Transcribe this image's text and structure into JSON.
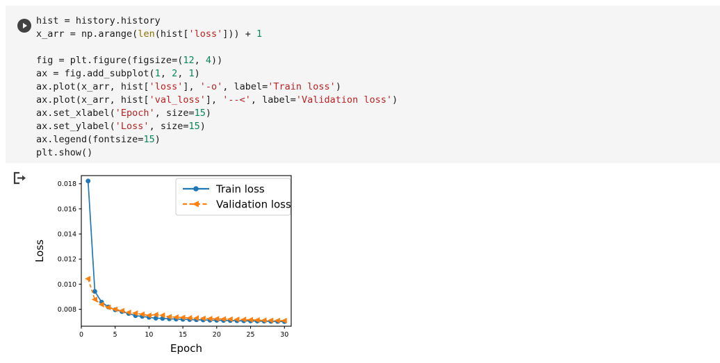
{
  "cell": {
    "run_icon": "play-icon",
    "output_icon": "output-arrow-icon",
    "code_lines": [
      [
        {
          "t": "plain",
          "s": "hist = history.history"
        }
      ],
      [
        {
          "t": "plain",
          "s": "x_arr = np.arange("
        },
        {
          "t": "builtin",
          "s": "len"
        },
        {
          "t": "plain",
          "s": "(hist["
        },
        {
          "t": "str",
          "s": "'loss'"
        },
        {
          "t": "plain",
          "s": "])) + "
        },
        {
          "t": "num",
          "s": "1"
        }
      ],
      [
        {
          "t": "plain",
          "s": ""
        }
      ],
      [
        {
          "t": "plain",
          "s": "fig = plt.figure(figsize=("
        },
        {
          "t": "num",
          "s": "12"
        },
        {
          "t": "plain",
          "s": ", "
        },
        {
          "t": "num",
          "s": "4"
        },
        {
          "t": "plain",
          "s": "))"
        }
      ],
      [
        {
          "t": "plain",
          "s": "ax = fig.add_subplot("
        },
        {
          "t": "num",
          "s": "1"
        },
        {
          "t": "plain",
          "s": ", "
        },
        {
          "t": "num",
          "s": "2"
        },
        {
          "t": "plain",
          "s": ", "
        },
        {
          "t": "num",
          "s": "1"
        },
        {
          "t": "plain",
          "s": ")"
        }
      ],
      [
        {
          "t": "plain",
          "s": "ax.plot(x_arr, hist["
        },
        {
          "t": "str",
          "s": "'loss'"
        },
        {
          "t": "plain",
          "s": "], "
        },
        {
          "t": "str",
          "s": "'-o'"
        },
        {
          "t": "plain",
          "s": ", label="
        },
        {
          "t": "str",
          "s": "'Train loss'"
        },
        {
          "t": "plain",
          "s": ")"
        }
      ],
      [
        {
          "t": "plain",
          "s": "ax.plot(x_arr, hist["
        },
        {
          "t": "str",
          "s": "'val_loss'"
        },
        {
          "t": "plain",
          "s": "], "
        },
        {
          "t": "str",
          "s": "'--<'"
        },
        {
          "t": "plain",
          "s": ", label="
        },
        {
          "t": "str",
          "s": "'Validation loss'"
        },
        {
          "t": "plain",
          "s": ")"
        }
      ],
      [
        {
          "t": "plain",
          "s": "ax.set_xlabel("
        },
        {
          "t": "str",
          "s": "'Epoch'"
        },
        {
          "t": "plain",
          "s": ", size="
        },
        {
          "t": "num",
          "s": "15"
        },
        {
          "t": "plain",
          "s": ")"
        }
      ],
      [
        {
          "t": "plain",
          "s": "ax.set_ylabel("
        },
        {
          "t": "str",
          "s": "'Loss'"
        },
        {
          "t": "plain",
          "s": ", size="
        },
        {
          "t": "num",
          "s": "15"
        },
        {
          "t": "plain",
          "s": ")"
        }
      ],
      [
        {
          "t": "plain",
          "s": "ax.legend(fontsize="
        },
        {
          "t": "num",
          "s": "15"
        },
        {
          "t": "plain",
          "s": ")"
        }
      ],
      [
        {
          "t": "plain",
          "s": "plt.show()"
        }
      ]
    ]
  },
  "chart_data": {
    "type": "line",
    "title": "",
    "xlabel": "Epoch",
    "ylabel": "Loss",
    "xlim": [
      0,
      31
    ],
    "ylim": [
      0.00665,
      0.01865
    ],
    "xticks": [
      0,
      5,
      10,
      15,
      20,
      25,
      30
    ],
    "xticklabels": [
      "0",
      "5",
      "10",
      "15",
      "20",
      "25",
      "30"
    ],
    "yticks": [
      0.008,
      0.01,
      0.012,
      0.014,
      0.016,
      0.018
    ],
    "yticklabels": [
      "0.008",
      "0.010",
      "0.012",
      "0.014",
      "0.016",
      "0.018"
    ],
    "grid": false,
    "legend_position": "upper right",
    "x": [
      1,
      2,
      3,
      4,
      5,
      6,
      7,
      8,
      9,
      10,
      11,
      12,
      13,
      14,
      15,
      16,
      17,
      18,
      19,
      20,
      21,
      22,
      23,
      24,
      25,
      26,
      27,
      28,
      29,
      30
    ],
    "series": [
      {
        "name": "Train loss",
        "color": "#1f77b4",
        "linestyle": "solid",
        "marker": "circle",
        "values": [
          0.01822,
          0.00942,
          0.00857,
          0.00818,
          0.00796,
          0.00782,
          0.00766,
          0.00749,
          0.00743,
          0.00736,
          0.00729,
          0.00727,
          0.00724,
          0.00722,
          0.0072,
          0.00718,
          0.00716,
          0.00715,
          0.00713,
          0.00712,
          0.00711,
          0.0071,
          0.00709,
          0.00708,
          0.00707,
          0.00706,
          0.00705,
          0.00704,
          0.00703,
          0.00702
        ]
      },
      {
        "name": "Validation loss",
        "color": "#ff7f0e",
        "linestyle": "dashed",
        "marker": "triangle-left",
        "values": [
          0.01043,
          0.00878,
          0.00838,
          0.00815,
          0.008,
          0.00788,
          0.00775,
          0.00769,
          0.0076,
          0.00751,
          0.00757,
          0.00752,
          0.0074,
          0.00737,
          0.00734,
          0.00731,
          0.00729,
          0.00727,
          0.00725,
          0.00724,
          0.00722,
          0.00721,
          0.00719,
          0.00718,
          0.00716,
          0.00714,
          0.00712,
          0.00711,
          0.0071,
          0.00709
        ]
      }
    ]
  }
}
